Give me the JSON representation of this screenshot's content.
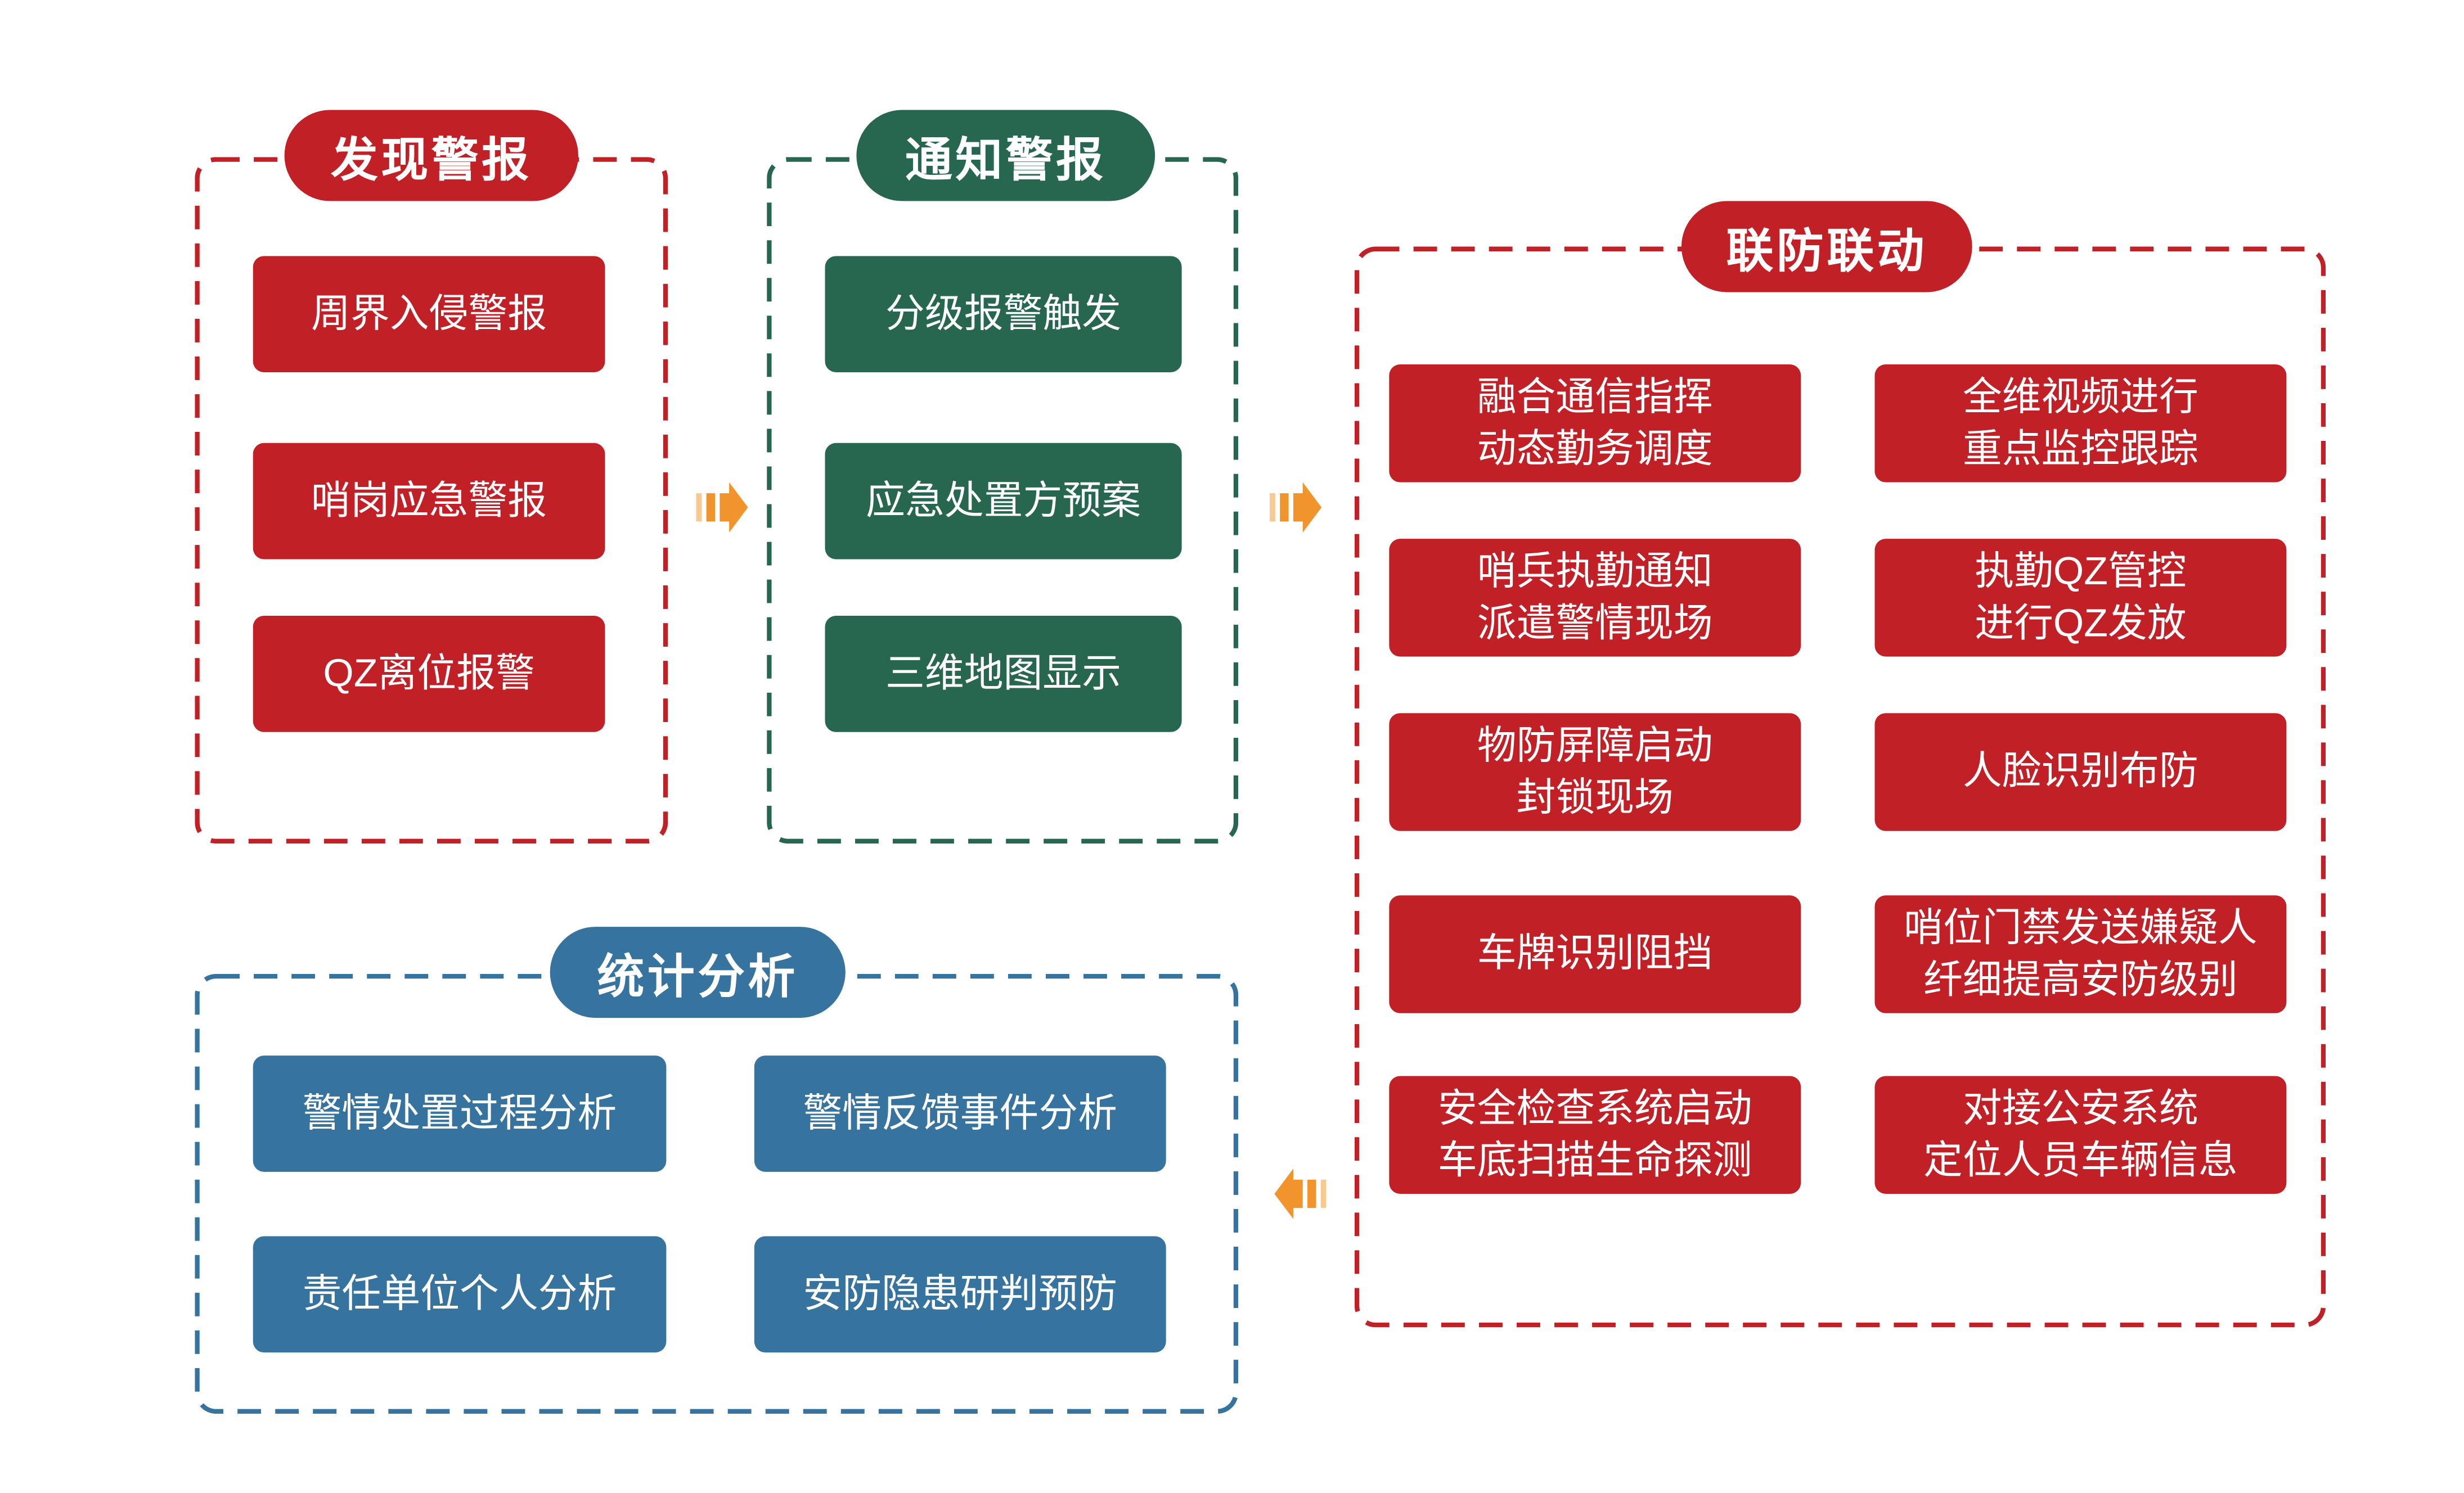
{
  "colors": {
    "red": "#C02026",
    "green": "#276750",
    "blue": "#36739E",
    "arrow_orange": "#F2942C",
    "arrow_orange_light": "#F9C992",
    "background": "#FFFFFF",
    "text": "#FFFFFF"
  },
  "arrows": {
    "discover_to_notify": "striped-arrow-right",
    "notify_to_joint": "striped-arrow-right",
    "joint_to_stats": "striped-arrow-left"
  },
  "sections": {
    "discover": {
      "title": "发现警报",
      "items": [
        [
          "周界入侵警报"
        ],
        [
          "哨岗应急警报"
        ],
        [
          "QZ离位报警"
        ]
      ]
    },
    "notify": {
      "title": "通知警报",
      "items": [
        [
          "分级报警触发"
        ],
        [
          "应急处置方预案"
        ],
        [
          "三维地图显示"
        ]
      ]
    },
    "joint": {
      "title": "联防联动",
      "left_items": [
        [
          "融合通信指挥",
          "动态勤务调度"
        ],
        [
          "哨兵执勤通知",
          "派遣警情现场"
        ],
        [
          "物防屏障启动",
          "封锁现场"
        ],
        [
          "车牌识别阻挡"
        ],
        [
          "安全检查系统启动",
          "车底扫描生命探测"
        ]
      ],
      "right_items": [
        [
          "全维视频进行",
          "重点监控跟踪"
        ],
        [
          "执勤QZ管控",
          "进行QZ发放"
        ],
        [
          "人脸识别布防"
        ],
        [
          "哨位门禁发送嫌疑人",
          "纤细提高安防级别"
        ],
        [
          "对接公安系统",
          "定位人员车辆信息"
        ]
      ]
    },
    "stats": {
      "title": "统计分析",
      "items": [
        [
          "警情处置过程分析"
        ],
        [
          "警情反馈事件分析"
        ],
        [
          "责任单位个人分析"
        ],
        [
          "安防隐患研判预防"
        ]
      ]
    }
  }
}
